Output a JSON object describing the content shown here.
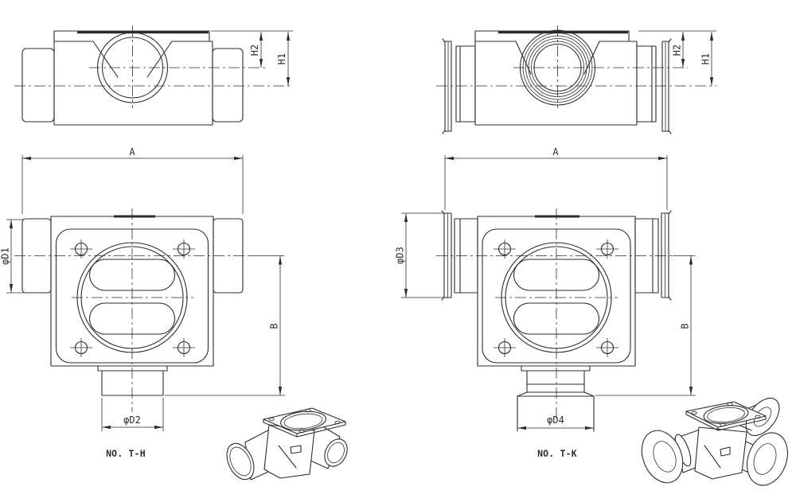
{
  "labels": {
    "h1": "H1",
    "h2": "H2",
    "a": "A",
    "b": "B"
  },
  "left_part": {
    "part_no": "NO. T-H",
    "side_diameter": "φD1",
    "bottom_diameter": "φD2"
  },
  "right_part": {
    "part_no": "NO. T-K",
    "side_diameter": "φD3",
    "bottom_diameter": "φD4"
  },
  "colors": {
    "background": "#ffffff",
    "line_color": "#2d2d2d"
  }
}
